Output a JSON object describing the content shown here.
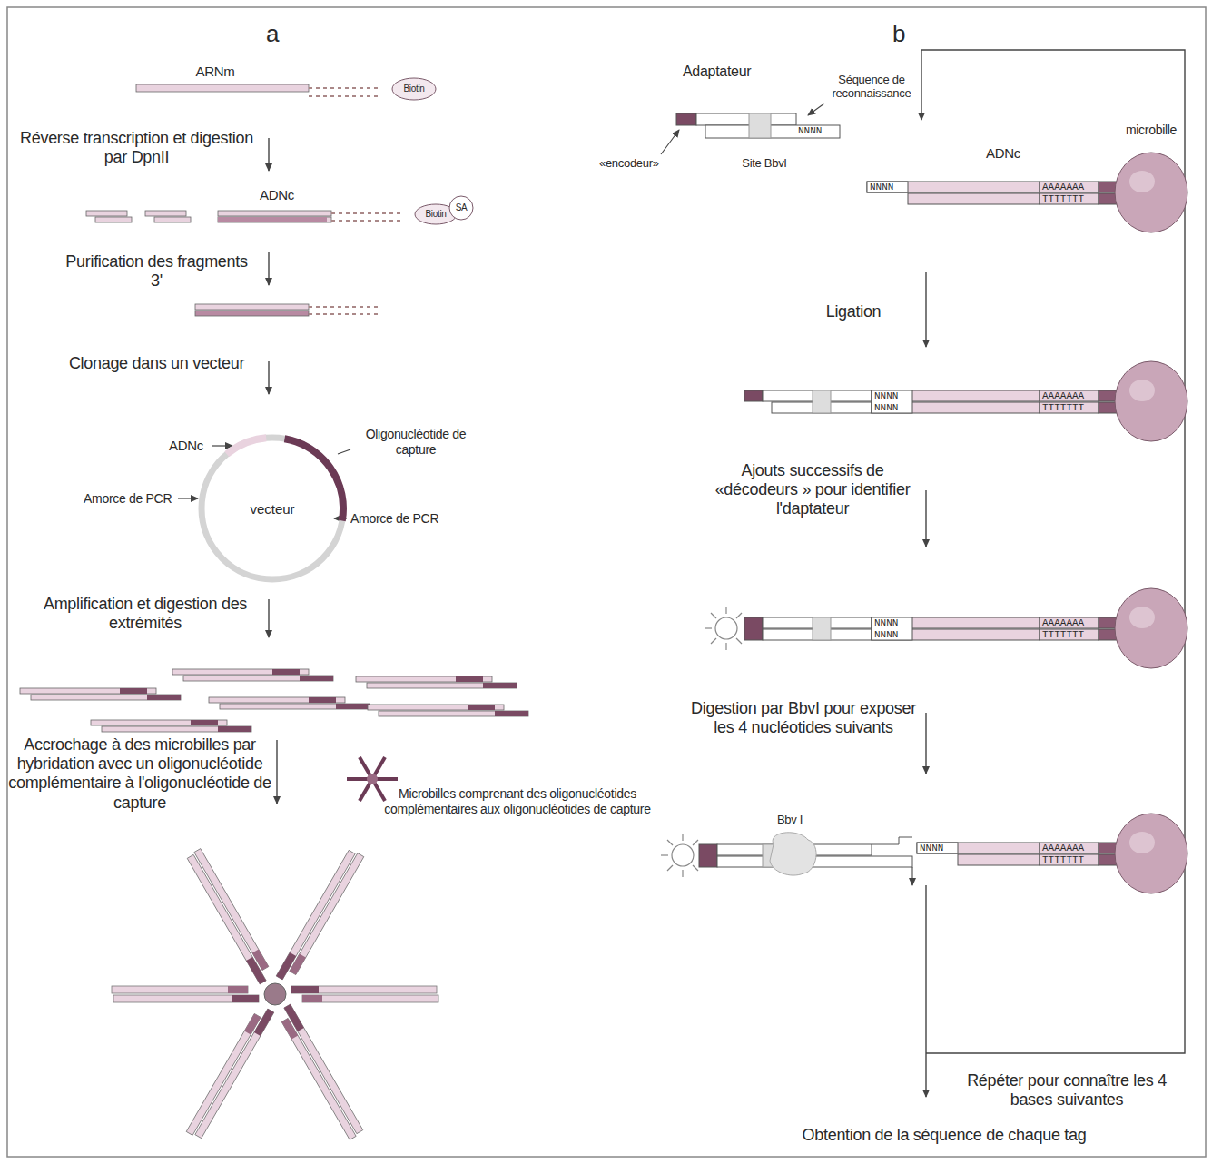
{
  "diagram": {
    "nodes": [
      {
        "text": [
          "vecteur"
        ]
      }
    ],
    "labels": [
      "a",
      "b",
      "ARNm",
      "Biotin",
      "Réverse transcription et digestion par DpnII",
      "ADNc",
      "Biotin",
      "SA",
      "Purification des fragments 3'",
      "Clonage dans un vecteur",
      "ADNc",
      "Oligonucléotide de capture",
      "Amorce de PCR",
      "Amorce de PCR",
      "Amplification et digestion des extrémités",
      "Accrochage à des microbilles par hybridation avec un oligonucléotide complémentaire à l'oligonucléotide de capture",
      "Microbilles comprenant des oligonucléotides complémentaires aux oligonucléotides de capture",
      "Adaptateur",
      "Séquence de reconnaissance",
      "«encodeur»",
      "Site BbvI",
      "NNNN",
      "ADNc",
      "microbille",
      "NNNN",
      "AAAAAAA",
      "TTTTTTT",
      "Ligation",
      "NNNN",
      "NNNN",
      "AAAAAAA",
      "TTTTTTT",
      "Ajouts successifs de «décodeurs » pour identifier l'daptateur",
      "NNNN",
      "NNNN",
      "AAAAAAA",
      "TTTTTTT",
      "Digestion par BbvI pour exposer les 4 nucléotides suivants",
      "Bbv I",
      "NNNN",
      "AAAAAAA",
      "TTTTTTT",
      "Répéter pour connaître les 4 bases suivantes",
      "Obtention de la séquence de chaque tag"
    ]
  }
}
